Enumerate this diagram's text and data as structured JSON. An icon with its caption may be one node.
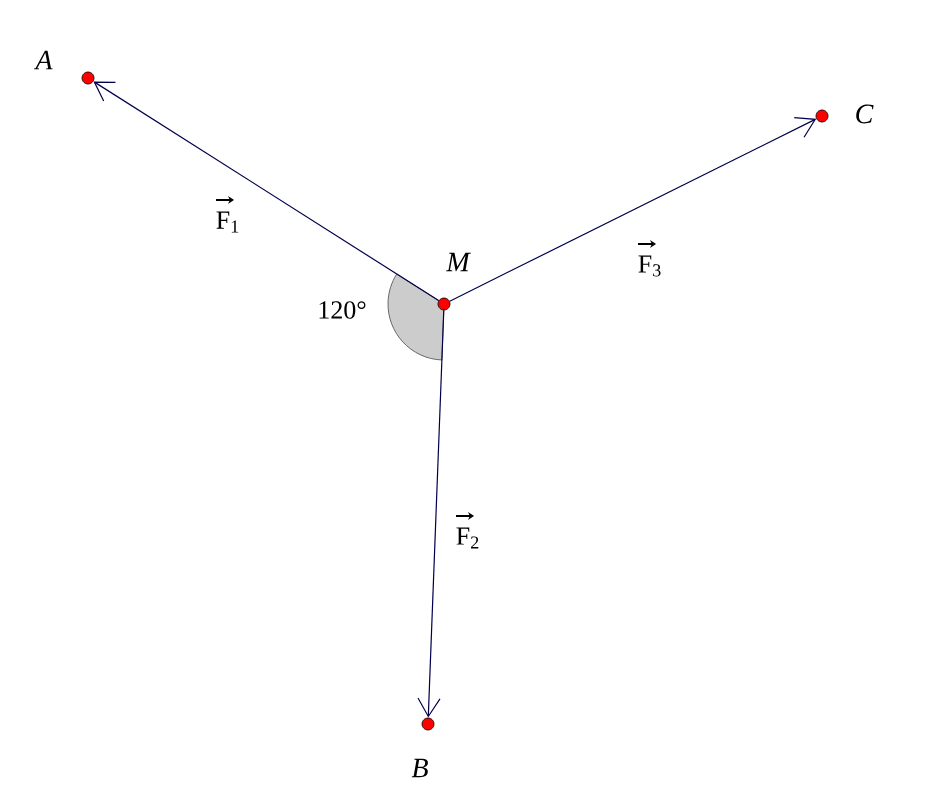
{
  "diagram": {
    "nodes": [
      {
        "text": [
          "A"
        ]
      },
      {
        "text": [
          "C"
        ]
      },
      {
        "text": [
          "M"
        ]
      },
      {
        "text": [
          "B"
        ]
      }
    ],
    "edges": [
      {
        "from": 2,
        "to": 0,
        "arrow": "to",
        "label": "F$_{1}$"
      },
      {
        "from": 2,
        "to": 3,
        "arrow": "to",
        "label": "F$_{2}$"
      },
      {
        "from": 2,
        "to": 1,
        "arrow": "to",
        "label": "F$_{3}$"
      }
    ],
    "labels": [
      "120°"
    ]
  }
}
